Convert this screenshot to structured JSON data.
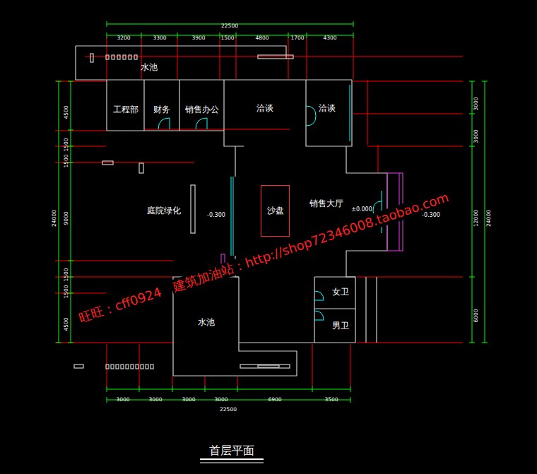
{
  "diagram": {
    "caption": "首层平面",
    "nodes": [
      {
        "text": [
          "水池"
        ]
      },
      {
        "text": [
          "工程部"
        ]
      },
      {
        "text": [
          "财务"
        ]
      },
      {
        "text": [
          "销售办公"
        ]
      },
      {
        "text": [
          "洽谈"
        ]
      },
      {
        "text": [
          "洽谈"
        ]
      },
      {
        "text": [
          "销售大厅"
        ]
      },
      {
        "text": [
          "沙盘"
        ],
        "in": 6
      },
      {
        "text": [
          "女卫"
        ]
      },
      {
        "text": [
          "男卫"
        ]
      },
      {
        "text": [
          "水池"
        ]
      }
    ],
    "labels": [
      "22500",
      "3200",
      "3300",
      "3900",
      "1500",
      "4800",
      "1700",
      "4300",
      "4500",
      "1500",
      "1500",
      "9000",
      "1500",
      "1500",
      "4500",
      "24000",
      "3000",
      "3000",
      "12000",
      "6000",
      "24000",
      "庭院绿化",
      "-0.300",
      "±0.000",
      "-0.300",
      "3000",
      "3000",
      "3000",
      "3000",
      "6900",
      "3500",
      "22500",
      "旺旺：cff0924",
      "建筑加油站：http://shop72346008.taobao.com"
    ]
  }
}
